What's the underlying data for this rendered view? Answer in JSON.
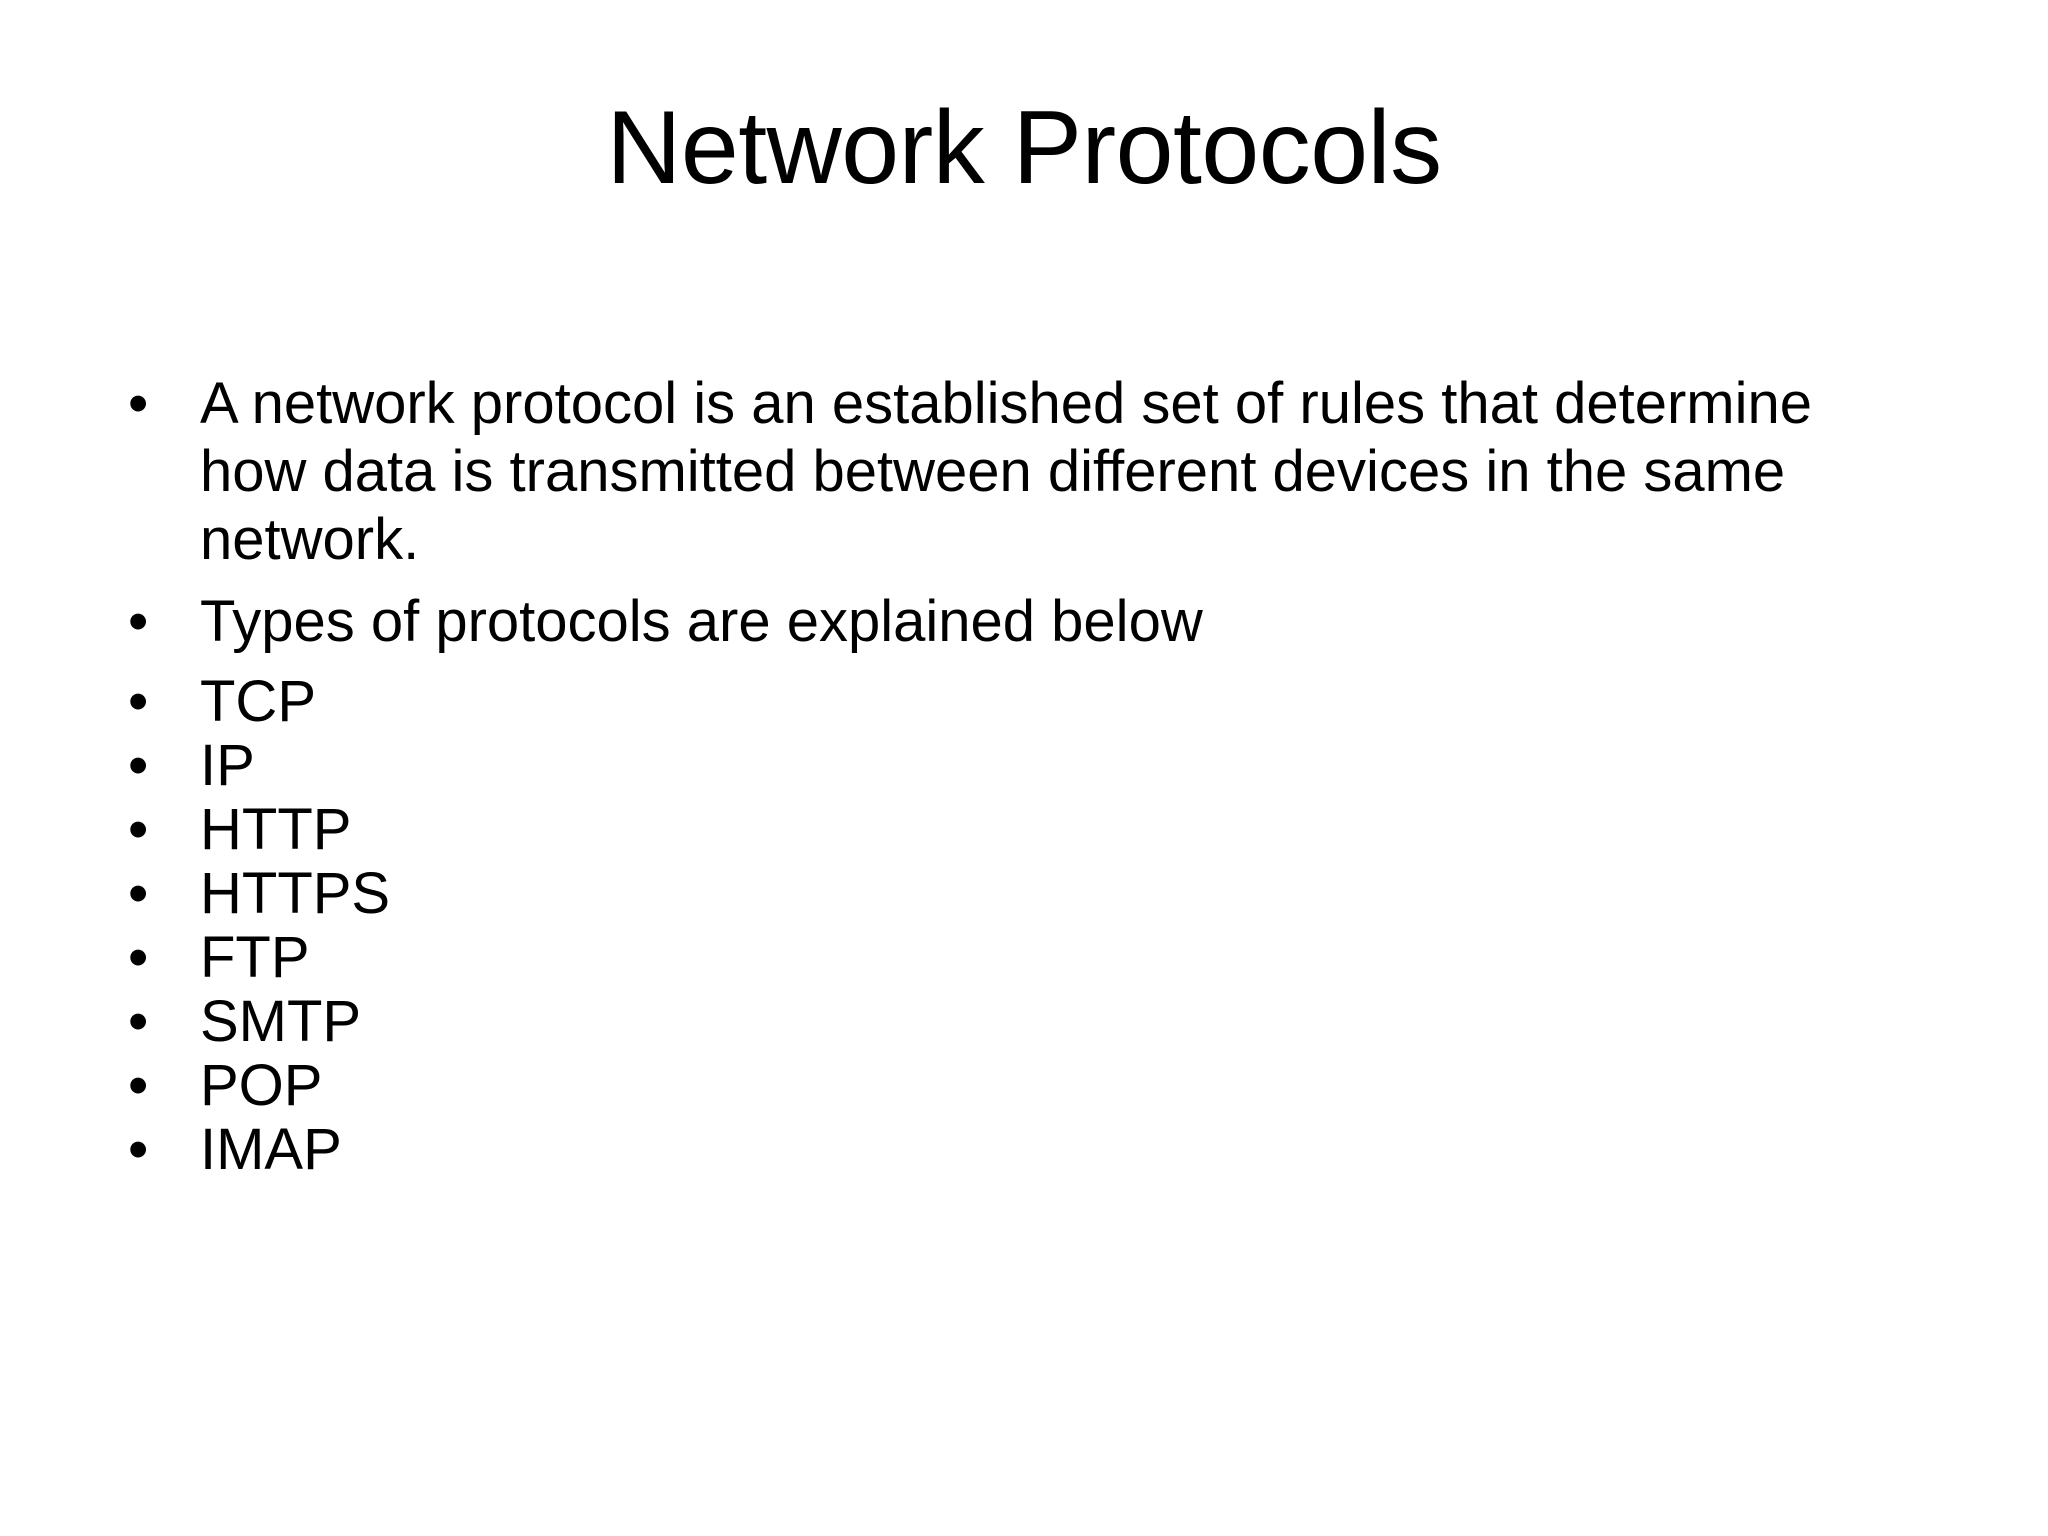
{
  "slide": {
    "title": "Network Protocols",
    "background_color": "#FFFFFF",
    "text_color": "#000000",
    "bullet_glyph": "•",
    "paragraphs": [
      {
        "text": "A network protocol is an established set of rules that determine how data is transmitted between different devices in the same network."
      },
      {
        "text": "Types of protocols are explained below"
      }
    ],
    "protocol_items": [
      {
        "label": "TCP"
      },
      {
        "label": "IP"
      },
      {
        "label": "HTTP"
      },
      {
        "label": "HTTPS"
      },
      {
        "label": "FTP"
      },
      {
        "label": "SMTP"
      },
      {
        "label": "POP"
      },
      {
        "label": "IMAP"
      }
    ]
  }
}
